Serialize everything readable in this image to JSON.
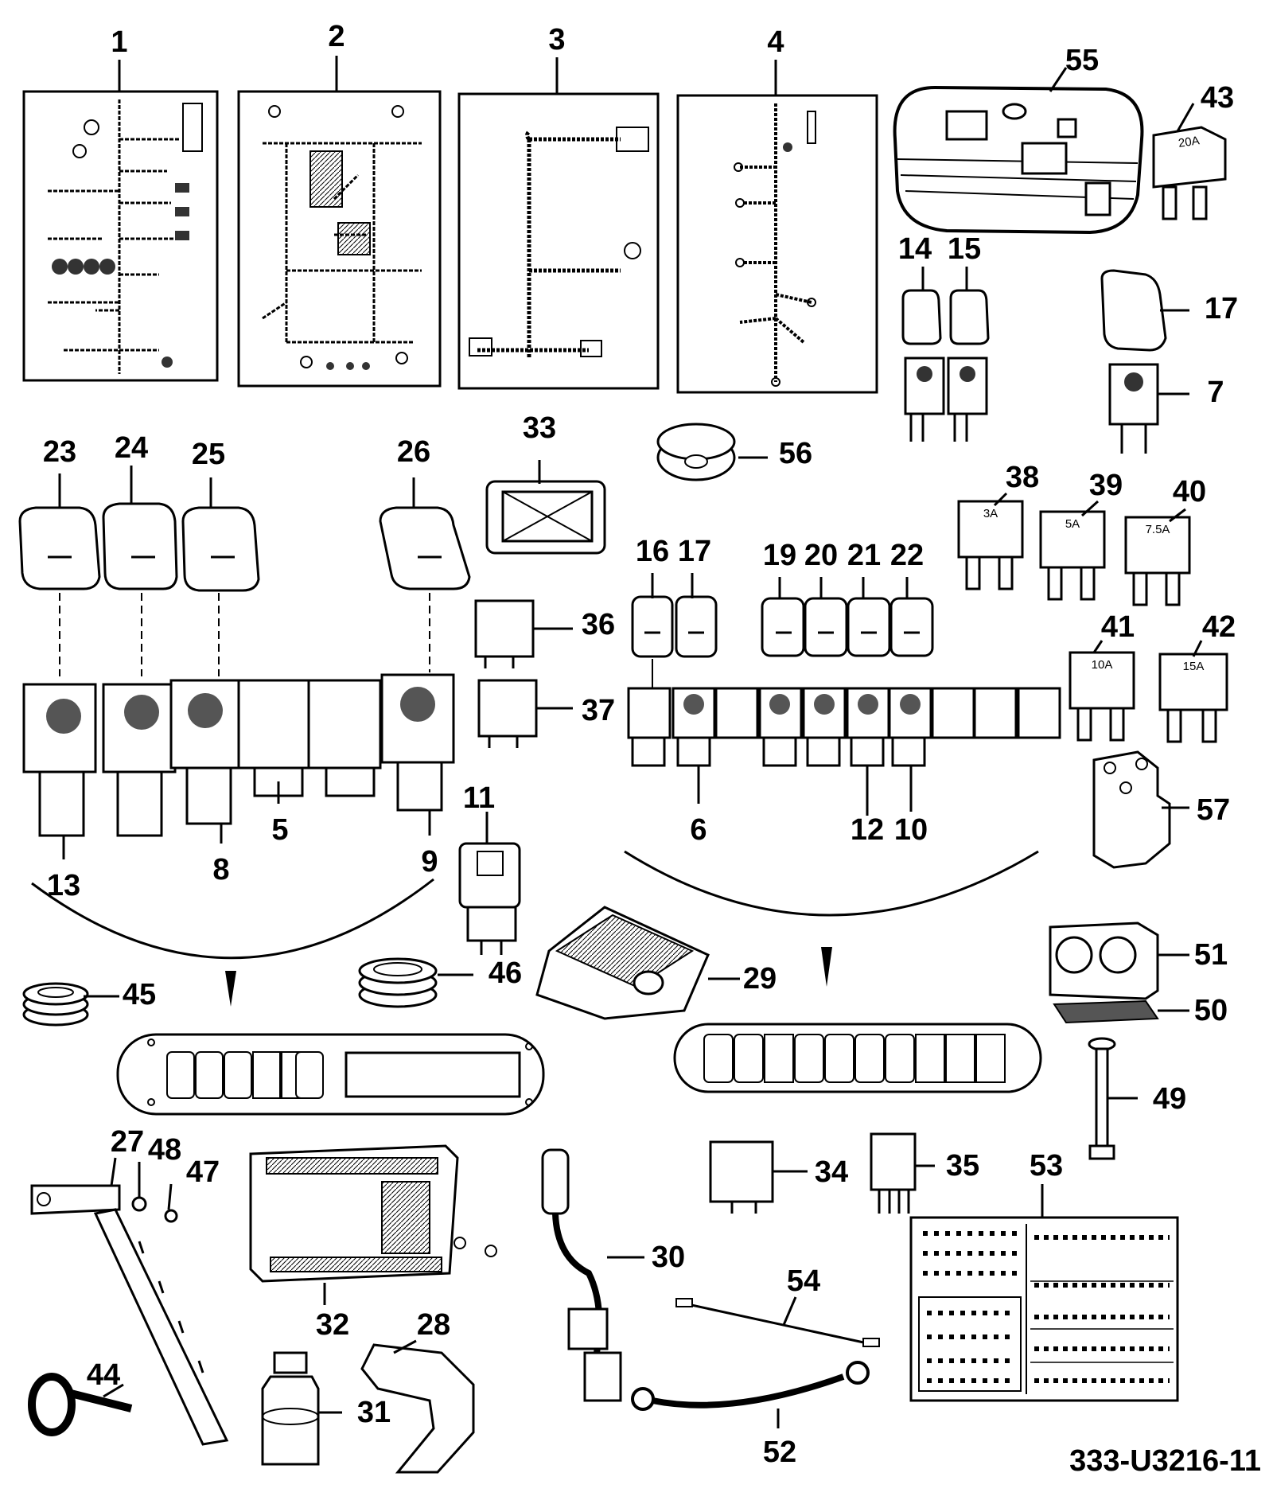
{
  "callouts": [
    "1",
    "2",
    "3",
    "4",
    "55",
    "43",
    "14",
    "15",
    "17",
    "7",
    "23",
    "24",
    "25",
    "26",
    "33",
    "56",
    "38",
    "39",
    "40",
    "16",
    "17",
    "19",
    "20",
    "21",
    "22",
    "36",
    "37",
    "41",
    "42",
    "5",
    "6",
    "8",
    "9",
    "10",
    "11",
    "12",
    "13",
    "57",
    "46",
    "45",
    "29",
    "51",
    "50",
    "49",
    "27",
    "48",
    "47",
    "32",
    "30",
    "34",
    "35",
    "53",
    "54",
    "28",
    "44",
    "31",
    "52"
  ],
  "fuse_ratings": [
    "20A",
    "3A",
    "5A",
    "7.5A",
    "10A",
    "15A"
  ],
  "document_number": "333-U3216-11"
}
